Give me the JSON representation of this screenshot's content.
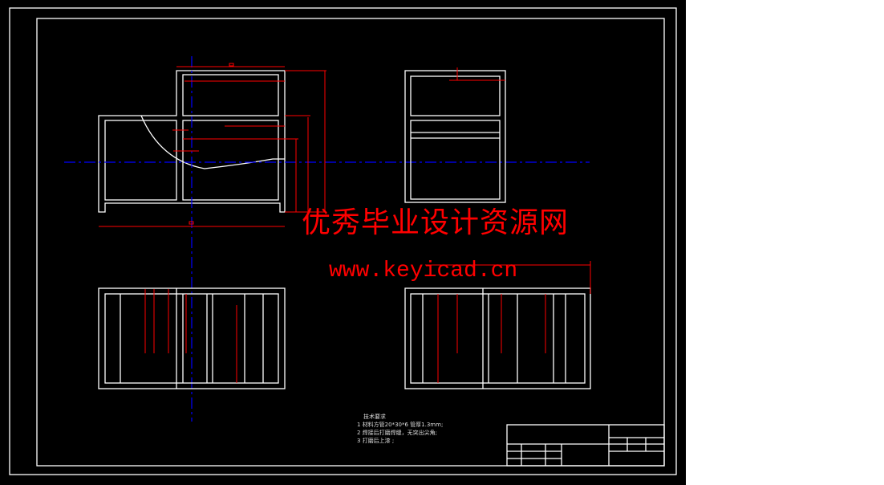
{
  "drawing": {
    "technical_requirements": {
      "title": "技术要求",
      "items": [
        "1 材料方管20*30*6 管厚1.3mm;",
        "2 焊接后打磨焊缝，无突出尖角;",
        "3 打磨后上漆 ;"
      ]
    },
    "watermark": {
      "text": "优秀毕业设计资源网",
      "url": "www.keyicad.cn"
    },
    "colors": {
      "background": "#000000",
      "geometry": "#ffffff",
      "dimensions": "#ff0000",
      "centerline": "#0000ff"
    }
  }
}
